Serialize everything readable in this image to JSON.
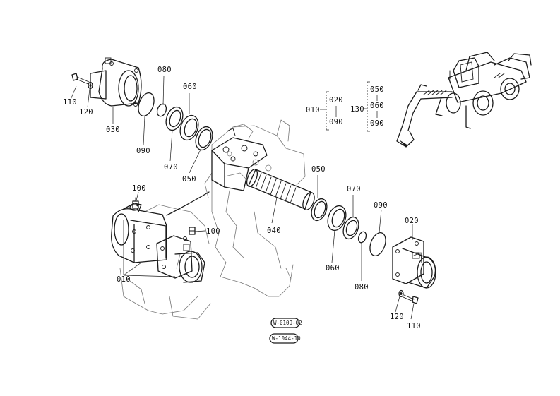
{
  "labels": {
    "p010_main": "010",
    "p020_right": "020",
    "p030": "030",
    "p040": "040",
    "p050_left": "050",
    "p050_right": "050",
    "p060_left": "060",
    "p060_right": "060",
    "p070_left": "070",
    "p070_right": "070",
    "p080_left": "080",
    "p080_right": "080",
    "p090_left": "090",
    "p090_right": "090",
    "p100_top": "100",
    "p100_mid": "100",
    "p110_left": "110",
    "p110_right": "110",
    "p120_left": "120",
    "p120_right": "120"
  },
  "legend": {
    "group1_parent": "010",
    "group1_items": [
      "020",
      "090"
    ],
    "group2_parent": "130",
    "group2_items": [
      "050",
      "060",
      "090"
    ]
  },
  "tags": {
    "tag1": "W-0109-02",
    "tag2": "W-1044-10"
  }
}
